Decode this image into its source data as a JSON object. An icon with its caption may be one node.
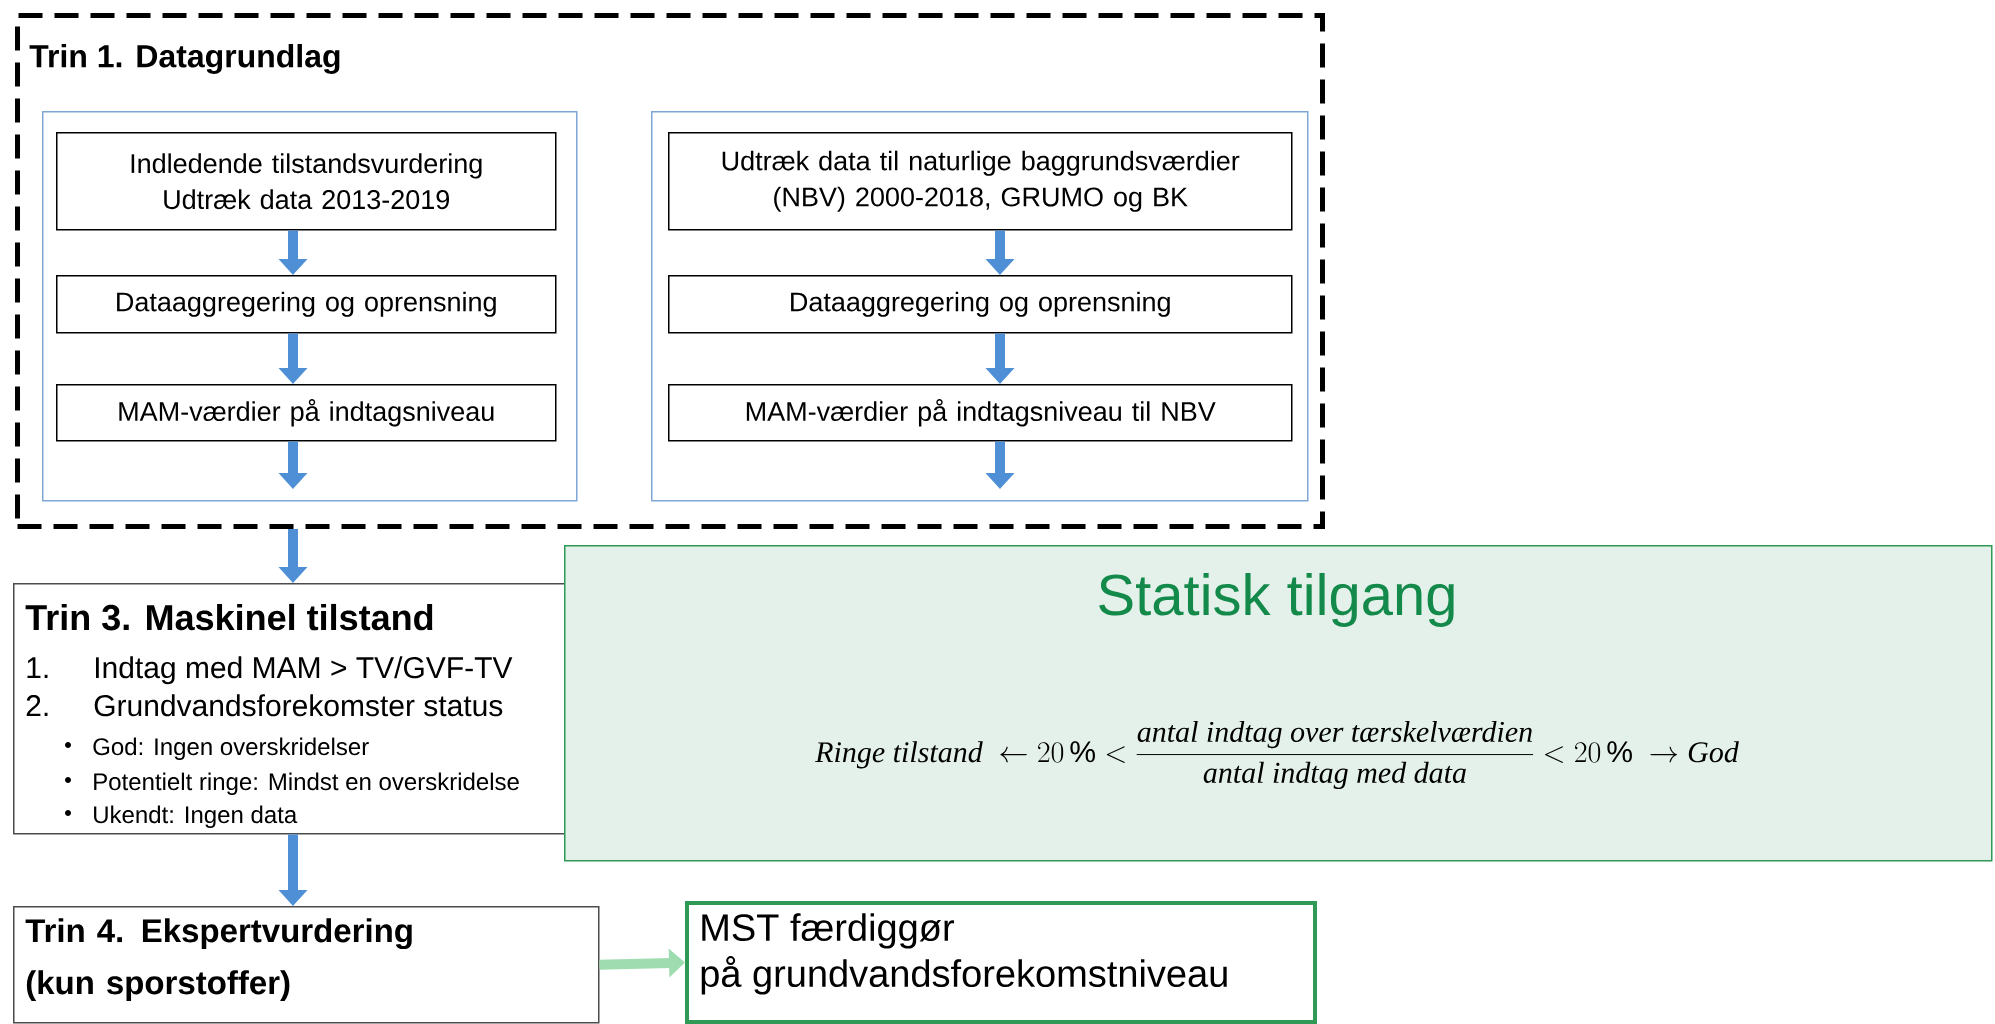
{
  "diagram": {
    "nodes": [
      {
        "text": [
          "Trin 1. Datagrundlag"
        ]
      },
      {
        "text": [],
        "shape": "box",
        "in": 0
      },
      {
        "text": [
          "Indledende tilstandsvurdering Udtræk data 2013-2019"
        ],
        "in": 1
      },
      {
        "text": [
          "Dataaggregering og oprensning"
        ],
        "in": 1
      },
      {
        "text": [
          "MAM-værdier på indtagsniveau"
        ],
        "in": 1
      },
      {
        "text": [],
        "shape": "box",
        "in": 0
      },
      {
        "text": [
          "Udtræk data til naturlige baggrundsværdier (NBV) 2000-2018, GRUMO og BK"
        ],
        "in": 5
      },
      {
        "text": [
          "Dataaggregering og oprensning"
        ],
        "in": 5
      },
      {
        "text": [
          "MAM-værdier på indtagsniveau til NBV"
        ],
        "in": 5
      },
      {
        "text": [
          "Trin 3. Maskinel tilstand",
          "1.",
          "Indtag med MAM > TV/GVF-TV",
          "2.",
          "Grundvandsforekomster status",
          "God: Ingen overskridelser",
          "Potentielt ringe: Mindst en overskridelse",
          "Ukendt: Ingen data"
        ]
      },
      {
        "text": [
          "Statisk tilgang",
          "\\textit{Ringe tilstand}\\ \\leftarrow 20\\,\\% < \\frac{\\textit{antal indtag over tærskelværdien}}{\\textit{antal indtag med data}} < 20\\,\\%\\ \\rightarrow \\textit{God}"
        ]
      },
      {
        "text": [
          "Trin 4. Ekspertvurdering (kun sporstoffer)"
        ]
      },
      {
        "text": [
          "MST færdiggør på grundvandsforekomstniveau"
        ]
      }
    ],
    "edges": [
      {
        "from": 2,
        "to": 3,
        "arrow": "to"
      },
      {
        "from": 3,
        "to": 4,
        "arrow": "to"
      },
      {
        "from": 4,
        "to": null,
        "arrow": "to"
      },
      {
        "from": 0,
        "to": 9,
        "arrow": "to"
      },
      {
        "from": 6,
        "to": 7,
        "arrow": "to"
      },
      {
        "from": 7,
        "to": 8,
        "arrow": "to"
      },
      {
        "from": 8,
        "to": null,
        "arrow": "to"
      },
      {
        "from": 9,
        "to": 11,
        "arrow": "to"
      },
      {
        "from": 11,
        "to": 12,
        "arrow": "to",
        "color": "#9fdcb0"
      }
    ]
  }
}
